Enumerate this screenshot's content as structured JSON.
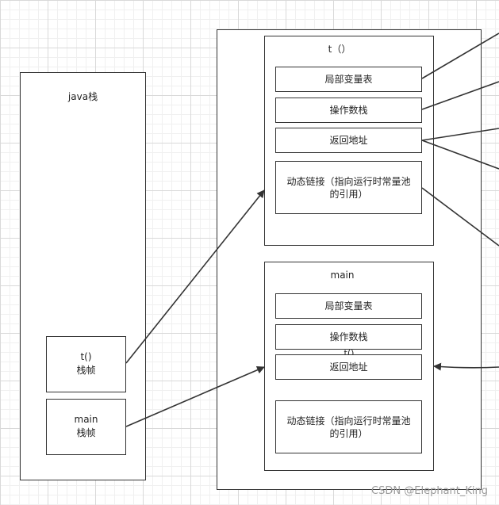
{
  "java_stack": {
    "title": "java栈",
    "frames": [
      {
        "line1": "t()",
        "line2": "栈帧"
      },
      {
        "line1": "main",
        "line2": "栈帧"
      }
    ]
  },
  "frame_t": {
    "title": "t（）",
    "local_vars": "局部变量表",
    "operand_stack": "操作数栈",
    "return_address": "返回地址",
    "dynamic_link": "动态链接（指向运行时常量池的引用）"
  },
  "frame_main": {
    "title": "main",
    "local_vars": "局部变量表",
    "operand_stack": "操作数栈",
    "overlap_text": "t()",
    "return_address": "返回地址",
    "dynamic_link": "动态链接（指向运行时常量池的引用）"
  },
  "watermark": "CSDN @Elephant_King"
}
